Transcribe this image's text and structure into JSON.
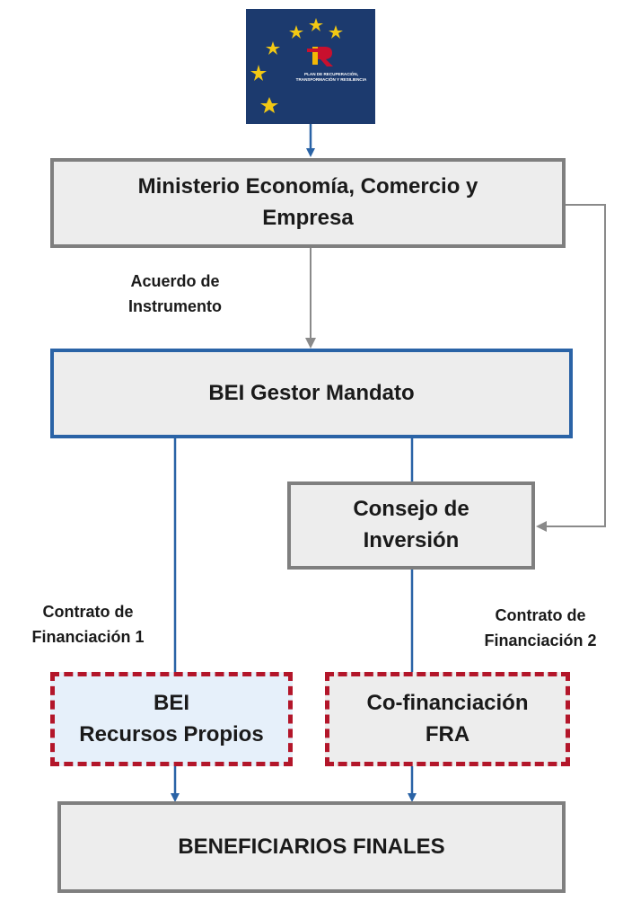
{
  "logo": {
    "caption": "PLAN DE RECUPERACIÓN, TRANSFORMACIÓN Y RESILIENCIA",
    "colors": {
      "background": "#1c3a6e",
      "stars": "#f2c814",
      "mark_red": "#c8102e",
      "mark_yellow": "#f2b705"
    }
  },
  "nodes": {
    "ministerio": "Ministerio Economía, Comercio y\nEmpresa",
    "bei_gestor": "BEI Gestor Mandato",
    "consejo": "Consejo de\nInversión",
    "bei_recursos": "BEI\nRecursos Propios",
    "cofinanciacion": "Co-financiación\nFRA",
    "beneficiarios": "BENEFICIARIOS FINALES"
  },
  "edge_labels": {
    "acuerdo": "Acuerdo de\nInstrumento",
    "contrato1": "Contrato de\nFinanciación 1",
    "contrato2": "Contrato de\nFinanciación 2"
  },
  "colors": {
    "grey_border": "#7f7f7f",
    "blue_border": "#2a63a6",
    "dashed_red": "#b3162a",
    "box_fill": "#ededed",
    "light_blue_fill": "#e6f0fa",
    "arrow_blue": "#2a63a6",
    "arrow_grey": "#8a8a8a"
  }
}
